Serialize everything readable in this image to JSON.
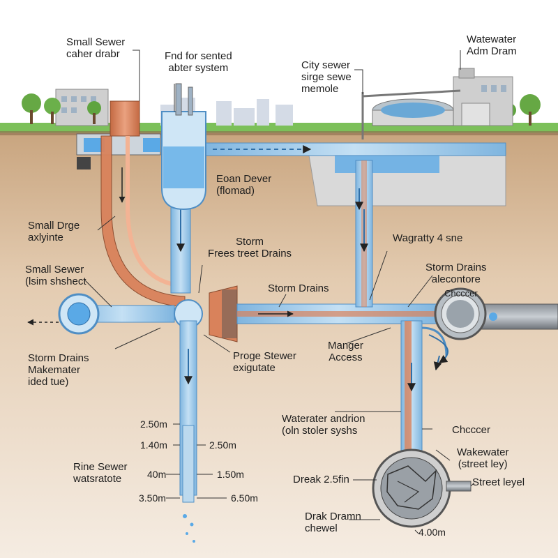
{
  "labels": {
    "small_sewer_top": "Small Sewer\ncaher drabr",
    "first_forsented": "Fnd for sented\nabter system",
    "city_sewer": "City sewer\nsirge sewe\nmemole",
    "wastewater_plant": "Watewater\nAdm Dram",
    "eoan_dever": "Eoan Dever\n(flomad)",
    "small_drge": "Small Drge\naxlyinte",
    "storm_free": "Storm\nFrees treet Drains",
    "wagratty": "Wagratty 4 sne",
    "small_sewer_mid": "Small Sewer\n(lsim shshect",
    "storm_drains_center": "Storm Drains",
    "storm_drains_right": "Storm Drains\nalecontore",
    "storm_drains_left": "Storm Drains\nMakemater\nided tue)",
    "proge_stewer": "Proge Stewer\nexigutate",
    "manger_access": "Manger\nAccess",
    "waterater": "Waterater andrion\n(oln stoler syshs",
    "chcccer_right": "Chcccer",
    "wakewater": "Wakewater\n(street ley)",
    "rine_sewer": "Rine Sewer\nwatsratote",
    "dreak": "Dreak 2.5fin",
    "street_level": "Street leyel",
    "drak_dramn": "Drak Dramn\nchewel",
    "chcccer_gauge": "Chcccer"
  },
  "dimensions": {
    "d1": "2.50m",
    "d2": "1.40m",
    "d3": "2.50m",
    "d4": "40m",
    "d5": "1.50m",
    "d6": "3.50m",
    "d7": "6.50m",
    "d8": "4.00m"
  },
  "colors": {
    "sky": "#ffffff",
    "grass": "#7cc05a",
    "soil_top": "#8a6a4b",
    "soil": "#e9d6be",
    "pipe_blue": "#9dc9ea",
    "pipe_blue_dark": "#4f8ec4",
    "pipe_copper": "#d9825b",
    "water": "#5aa9e6",
    "concrete": "#d6d6d6",
    "building": "#c9c9c9"
  }
}
